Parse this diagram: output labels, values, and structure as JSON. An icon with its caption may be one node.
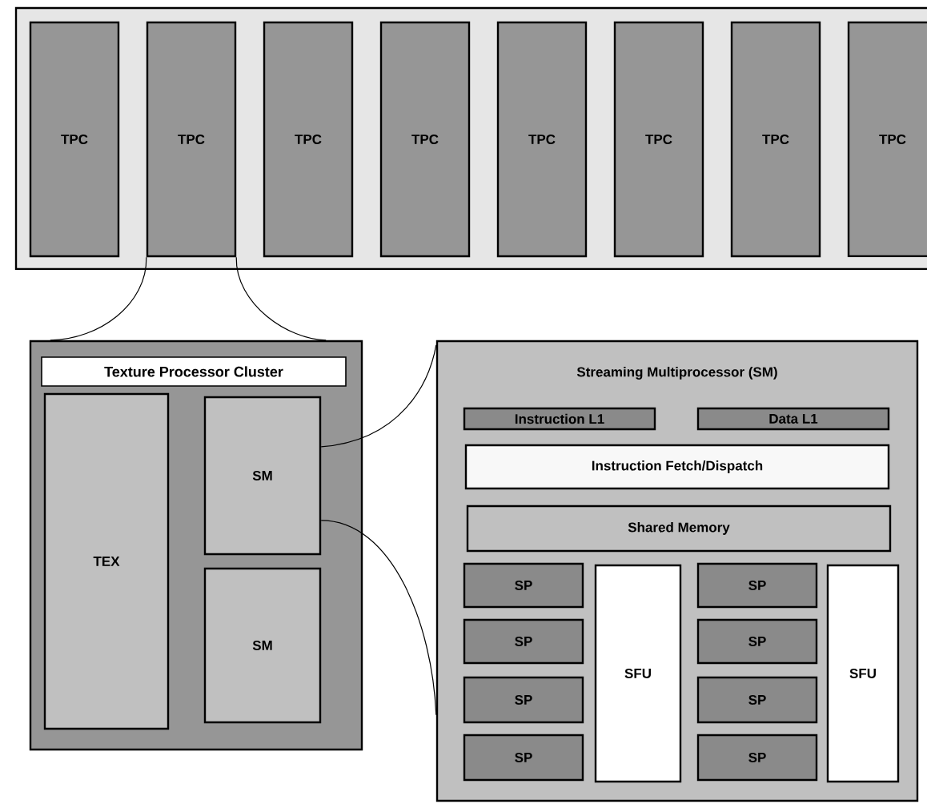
{
  "diagram": {
    "nodes": [
      {
        "text": [],
        "shape": "box"
      },
      {
        "text": [
          "TPC"
        ],
        "in": 0
      },
      {
        "text": [
          "TPC"
        ],
        "in": 0
      },
      {
        "text": [
          "TPC"
        ],
        "in": 0
      },
      {
        "text": [
          "TPC"
        ],
        "in": 0
      },
      {
        "text": [
          "TPC"
        ],
        "in": 0
      },
      {
        "text": [
          "TPC"
        ],
        "in": 0
      },
      {
        "text": [
          "TPC"
        ],
        "in": 0
      },
      {
        "text": [
          "TPC"
        ],
        "in": 0
      },
      {
        "text": [
          "Texture Processor Cluster"
        ]
      },
      {
        "text": [
          "TEX"
        ],
        "in": 9
      },
      {
        "text": [
          "SM"
        ],
        "in": 9
      },
      {
        "text": [
          "SM"
        ],
        "in": 9
      },
      {
        "text": [
          "Streaming Multiprocessor (SM)"
        ]
      },
      {
        "text": [
          "Instruction L1"
        ],
        "in": 13
      },
      {
        "text": [
          "Data L1"
        ],
        "in": 13
      },
      {
        "text": [
          "Instruction Fetch/Dispatch"
        ],
        "in": 13
      },
      {
        "text": [
          "Shared Memory"
        ],
        "in": 13
      },
      {
        "text": [
          "SP"
        ],
        "in": 13
      },
      {
        "text": [
          "SFU"
        ],
        "in": 13
      },
      {
        "text": [
          "SP"
        ],
        "in": 13
      },
      {
        "text": [
          "SFU"
        ],
        "in": 13
      },
      {
        "text": [
          "SP"
        ],
        "in": 13
      },
      {
        "text": [
          "SP"
        ],
        "in": 13
      },
      {
        "text": [
          "SP"
        ],
        "in": 13
      },
      {
        "text": [
          "SP"
        ],
        "in": 13
      },
      {
        "text": [
          "SP"
        ],
        "in": 13
      },
      {
        "text": [
          "SP"
        ],
        "in": 13
      }
    ],
    "edges": [
      {
        "from": 2,
        "to": 9,
        "arrow": "none"
      },
      {
        "from": 2,
        "to": 9,
        "arrow": "none"
      },
      {
        "from": 11,
        "to": 13,
        "arrow": "none"
      },
      {
        "from": 11,
        "to": 13,
        "arrow": "none"
      }
    ]
  }
}
